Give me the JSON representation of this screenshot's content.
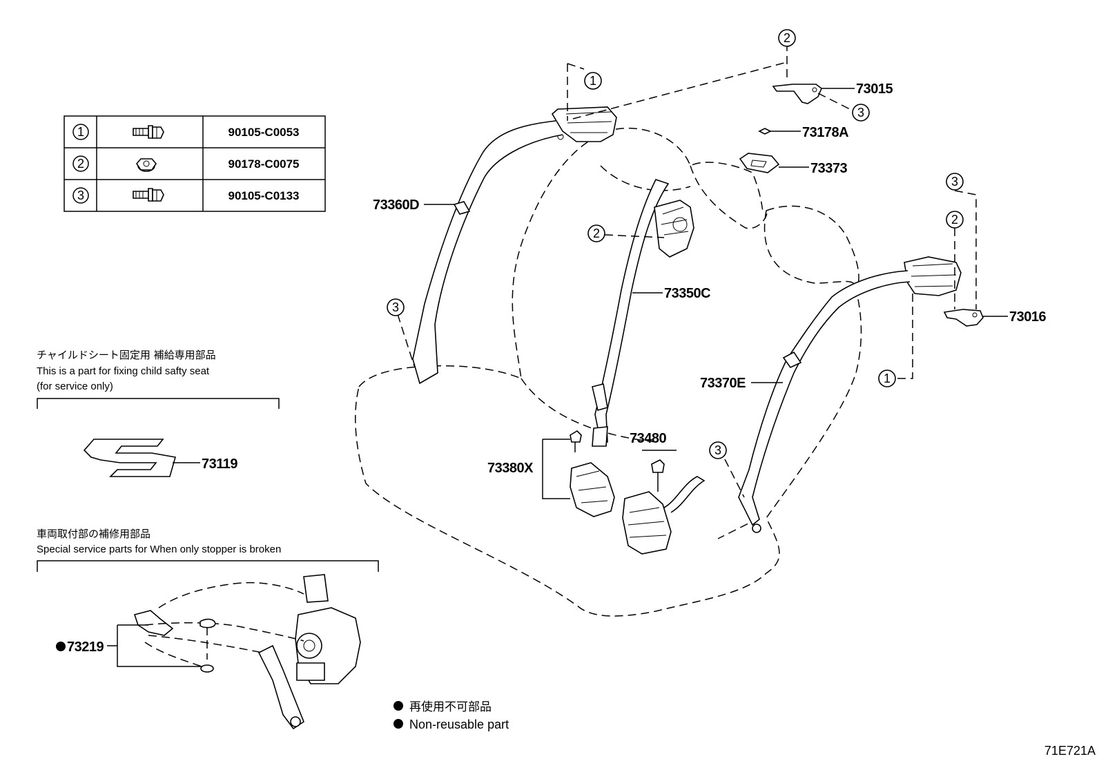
{
  "diagram": {
    "bolt_table": {
      "rows": [
        {
          "callout": "1",
          "icon": "flange-bolt-icon",
          "part_no": "90105-C0053"
        },
        {
          "callout": "2",
          "icon": "flange-nut-icon",
          "part_no": "90178-C0075"
        },
        {
          "callout": "3",
          "icon": "flange-bolt-icon",
          "part_no": "90105-C0133"
        }
      ]
    },
    "notes": {
      "child_seat_jp": "チャイルドシート固定用 補給専用部品",
      "child_seat_en_1": "This is a part for fixing child safty seat",
      "child_seat_en_2": "(for service only)",
      "stopper_jp": "車両取付部の補修用部品",
      "stopper_en": "Special service parts for When only stopper is broken"
    },
    "parts": {
      "p73015": "73015",
      "p73178A": "73178A",
      "p73373": "73373",
      "p73360D": "73360D",
      "p73350C": "73350C",
      "p73016": "73016",
      "p73370E": "73370E",
      "p73480": "73480",
      "p73380X": "73380X",
      "p73119": "73119",
      "p73219": "73219"
    },
    "callouts": {
      "c1": "1",
      "c2": "2",
      "c3": "3"
    },
    "legend": {
      "jp": "再使用不可部品",
      "en": "Non-reusable part"
    },
    "figure_code": "71E721A"
  }
}
